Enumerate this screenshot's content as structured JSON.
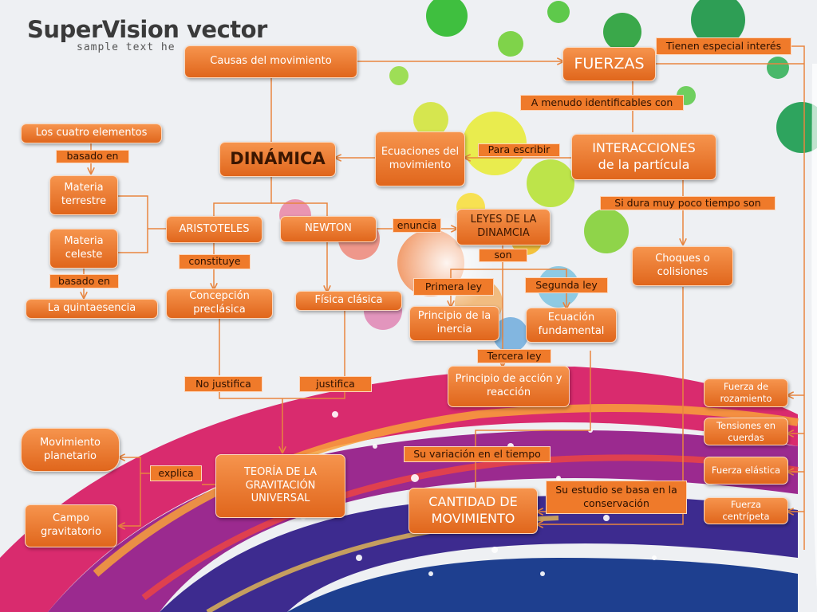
{
  "logo": {
    "title": "SuperVision vector",
    "subtitle": "sample text he"
  },
  "nodes": {
    "causas": "Causas del movimiento",
    "fuerzas": "FUERZAS",
    "dinamica": "DINÁMICA",
    "cuatro": "Los cuatro elementos",
    "terrestre": "Materia terrestre",
    "celeste": "Materia celeste",
    "quinta": "La quintaesencia",
    "aristoteles": "ARISTOTELES",
    "newton": "NEWTON",
    "preclasica": "Concepción preclásica",
    "fisica": "Física clásica",
    "ecuaciones": "Ecuaciones del movimiento",
    "interacciones_1": "INTERACCIONES",
    "interacciones_2": "de la partícula",
    "leyes": "LEYES DE LA DINAMCIA",
    "inercia": "Principio de la inercia",
    "ecuacion": "Ecuación fundamental",
    "accion": "Principio de acción y reacción",
    "choques": "Choques o colisiones",
    "planetario": "Movimiento planetario",
    "campo": "Campo gravitatorio",
    "gravitacion": "TEORÍA DE LA GRAVITACIÓN UNIVERSAL",
    "cantidad": "CANTIDAD DE MOVIMIENTO",
    "rozamiento": "Fuerza de rozamiento",
    "tensiones": "Tensiones en cuerdas",
    "elastica": "Fuerza elástica",
    "centripeta": "Fuerza centrípeta"
  },
  "connectors": {
    "tienen": "Tienen especial interés",
    "menudo": "A menudo identificables con",
    "basado1": "basado en",
    "basado2": "basado en",
    "escribir": "Para escribir",
    "dura": "Si dura muy poco tiempo son",
    "enuncia": "enuncia",
    "constituye": "constituye",
    "son": "son",
    "primera": "Primera ley",
    "segunda": "Segunda ley",
    "tercera": "Tercera ley",
    "nojustifica": "No justifica",
    "justifica": "justifica",
    "variacion": "Su variación en el tiempo",
    "explica": "explica",
    "estudio": "Su estudio se basa en la conservación"
  },
  "colors": {
    "node": "#e96f22",
    "line": "#e8853f"
  }
}
